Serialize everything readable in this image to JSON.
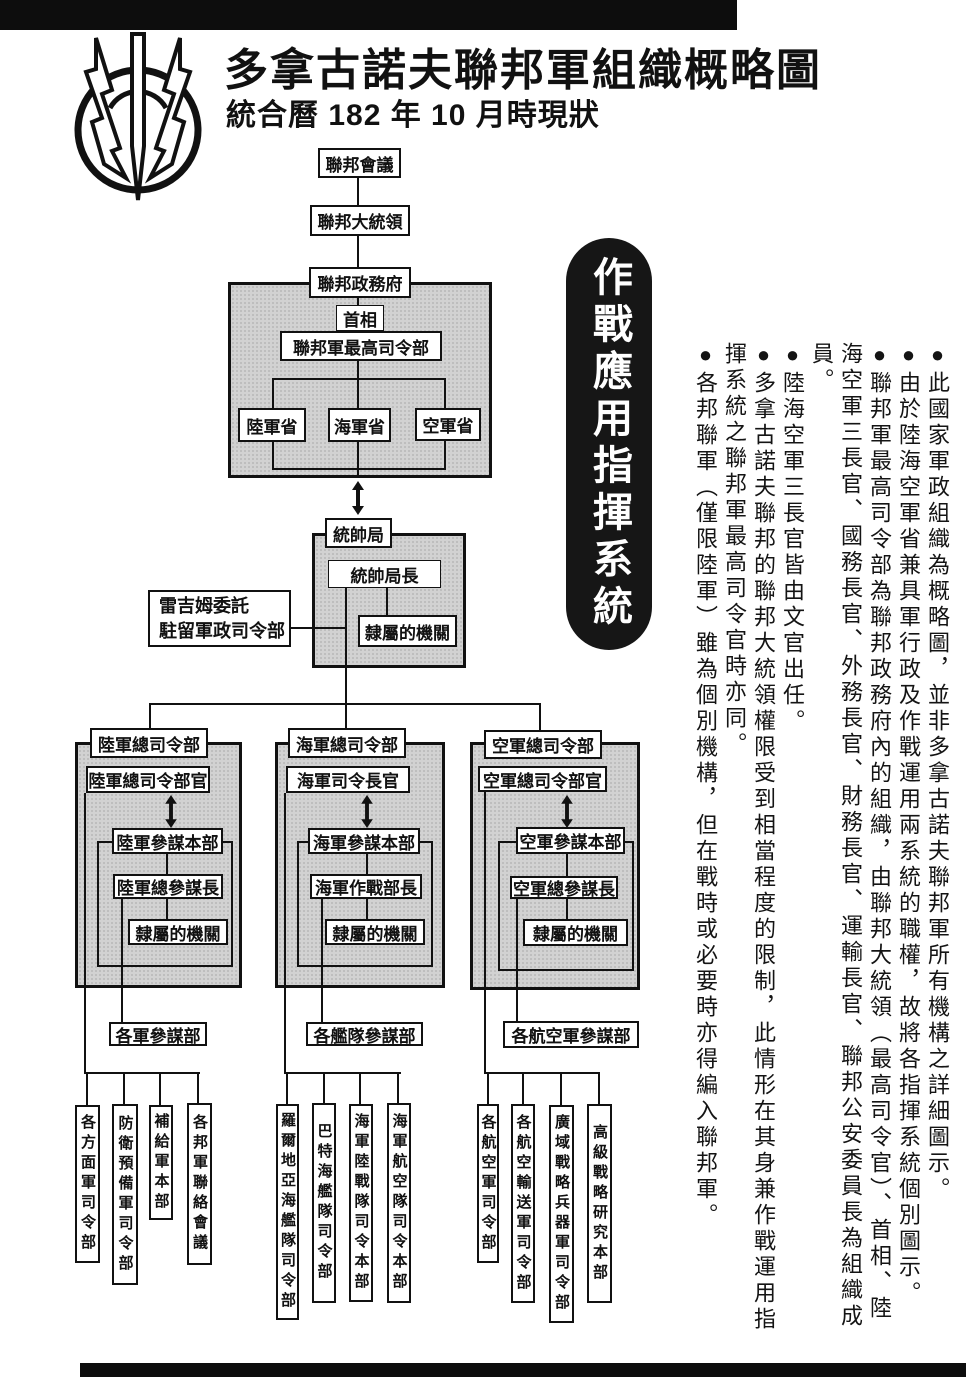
{
  "page": {
    "title": "多拿古諾夫聯邦軍組織概略圖",
    "subtitle": "統合曆 182 年 10 月時現狀",
    "side_label": "作戰應用指揮系統"
  },
  "colors": {
    "page_bg": "#ffffff",
    "ink": "#111111",
    "gray_fill": "#d2d2d2",
    "capsule_bg": "#161616",
    "capsule_text": "#ffffff"
  },
  "chart": {
    "top": {
      "council": "聯邦會議",
      "president": "聯邦大統領",
      "government": "聯邦政務府",
      "premier": "首相",
      "supreme_hq": "聯邦軍最高司令部",
      "army_ministry": "陸軍省",
      "navy_ministry": "海軍省",
      "air_ministry": "空軍省"
    },
    "bureau": {
      "name": "統帥局",
      "chief": "統帥局長",
      "subordinate": "隸屬的機關",
      "regime_line1": "雷吉姆委託",
      "regime_line2": "駐留軍政司令部"
    },
    "branches": [
      {
        "hq": "陸軍總司令部",
        "commander": "陸軍總司令部官",
        "staff_hq": "陸軍參謀本部",
        "chief_of_staff": "陸軍總參謀長",
        "subordinate": "隸屬的機關",
        "staff_dept": "各軍參謀部",
        "units": [
          "各方面軍司令部",
          "防衛預備軍司令部",
          "補給軍本部",
          "各邦軍聯絡會議"
        ]
      },
      {
        "hq": "海軍總司令部",
        "commander": "海軍司令長官",
        "staff_hq": "海軍參謀本部",
        "chief_of_staff": "海軍作戰部長",
        "subordinate": "隸屬的機關",
        "staff_dept": "各艦隊參謀部",
        "units": [
          "羅爾地亞海艦隊司令部",
          "巴特海艦隊司令部",
          "海軍陸戰隊司令本部",
          "海軍航空隊司令本部"
        ]
      },
      {
        "hq": "空軍總司令部",
        "commander": "空軍總司令部官",
        "staff_hq": "空軍參謀本部",
        "chief_of_staff": "空軍總參謀長",
        "subordinate": "隸屬的機關",
        "staff_dept": "各航空軍參謀部",
        "units": [
          "各航空軍司令部",
          "各航空輸送軍司令部",
          "廣域戰略兵器軍司令部",
          "高級戰略研究本部"
        ]
      }
    ]
  },
  "notes": [
    "●此國家軍政組織為概略圖，並非多拿古諾夫聯邦軍所有機構之詳細圖示。",
    "●由於陸海空軍省兼具軍行政及作戰運用兩系統的職權，故將各指揮系統個別圖示。",
    "●聯邦軍最高司令部為聯邦政務府內的組織，由聯邦大統領（最高司令官）、首相、陸海空軍三長官、國務長官、外務長官、財務長官、運輸長官、聯邦公安委員長為組織成員。",
    "●陸海空軍三長官皆由文官出任。",
    "●多拿古諾夫聯邦的聯邦大統領權限受到相當程度的限制，此情形在其身兼作戰運用指揮系統之聯邦軍最高司令官時亦同。",
    "●各邦聯軍（僅限陸軍）雖為個別機構，但在戰時或必要時亦得編入聯邦軍。"
  ]
}
